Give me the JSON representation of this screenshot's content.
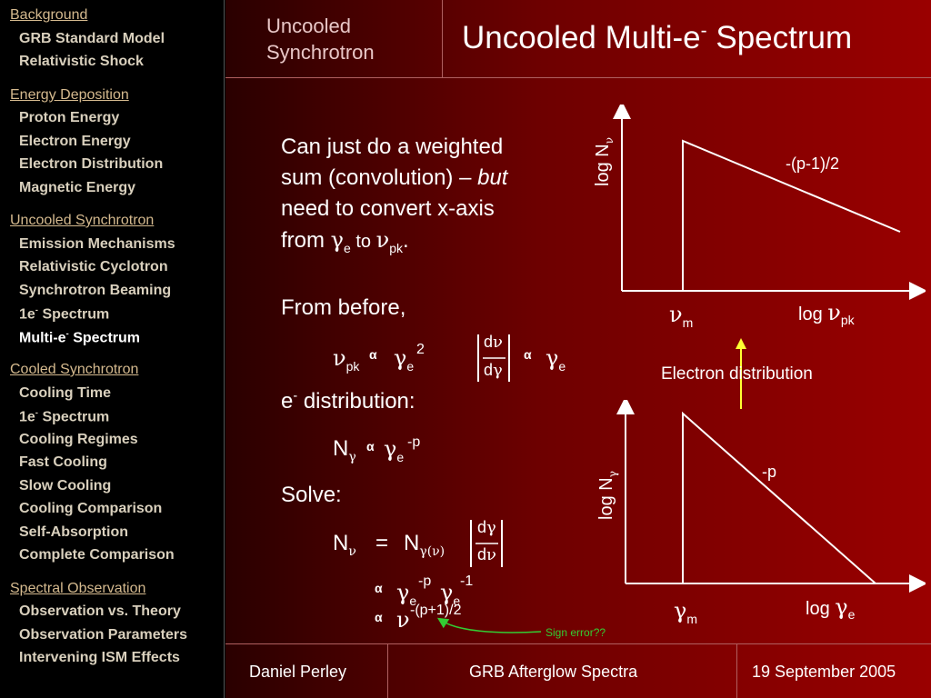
{
  "sidebar": {
    "sections": [
      {
        "title": "Background",
        "items": [
          {
            "label": "GRB Standard Model"
          },
          {
            "label": "Relativistic Shock"
          }
        ]
      },
      {
        "title": "Energy Deposition",
        "items": [
          {
            "label": "Proton Energy"
          },
          {
            "label": "Electron Energy"
          },
          {
            "label": "Electron Distribution"
          },
          {
            "label": "Magnetic Energy"
          }
        ]
      },
      {
        "title": "Uncooled Synchrotron",
        "items": [
          {
            "label": "Emission Mechanisms"
          },
          {
            "label": "Relativistic Cyclotron"
          },
          {
            "label": "Synchrotron Beaming"
          },
          {
            "label": "1e",
            "sup": "-",
            "label2": " Spectrum"
          },
          {
            "label": "Multi-e",
            "sup": "-",
            "label2": " Spectrum",
            "active": true
          }
        ]
      },
      {
        "title": "Cooled Synchrotron",
        "items": [
          {
            "label": "Cooling Time"
          },
          {
            "label": "1e",
            "sup": "-",
            "label2": " Spectrum"
          },
          {
            "label": "Cooling Regimes"
          },
          {
            "label": "Fast Cooling"
          },
          {
            "label": "Slow Cooling"
          },
          {
            "label": "Cooling Comparison"
          },
          {
            "label": "Self-Absorption"
          },
          {
            "label": "Complete Comparison"
          }
        ]
      },
      {
        "title": "Spectral Observation",
        "items": [
          {
            "label": "Observation vs. Theory"
          },
          {
            "label": "Observation Parameters"
          },
          {
            "label": "Intervening ISM Effects"
          }
        ]
      }
    ]
  },
  "header": {
    "section_line1": "Uncooled",
    "section_line2": "Synchrotron",
    "title_main": "Uncooled Multi-e",
    "title_sup": "-",
    "title_end": " Spectrum"
  },
  "content": {
    "para_l1": "Can just do a weighted",
    "para_l2a": "sum (convolution)  – ",
    "para_l2b": "but",
    "para_l3": "need to convert x-axis",
    "para_l4a": "from ",
    "gamma": "γ",
    "sub_e": "e",
    "para_l4b": " to ",
    "nu": "ν",
    "sub_pk": "pk",
    "period": ".",
    "from_before": "From before,",
    "propto": "α",
    "sup_2": "2",
    "d": "d",
    "e_minus": "e",
    "distribution": " distribution:",
    "N": "N",
    "sup_minus_p": "-p",
    "solve": "Solve:",
    "equals": "=",
    "sub_gamma_nu": "γ(ν)",
    "sup_minus_1": "-1",
    "sup_nu_exp": "-(p+1)/2",
    "sign_error": "Sign error??"
  },
  "graph_top": {
    "ylabel": "log N",
    "slope_label": "-(p-1)/2",
    "xmark_sub": "m",
    "xlabel": "log ",
    "xlabel_sub": "pk"
  },
  "arrow_label": "Electron distribution",
  "graph_bottom": {
    "ylabel": "log N",
    "slope_label": "-p",
    "xmark_sub": "m",
    "xlabel": "log "
  },
  "footer": {
    "author": "Daniel Perley",
    "title": "GRB Afterglow Spectra",
    "date": "19 September 2005"
  },
  "colors": {
    "sidebar_heading": "#d4b98e",
    "arrow_yellow": "#ffff33",
    "sign_error_green": "#33cc33"
  }
}
